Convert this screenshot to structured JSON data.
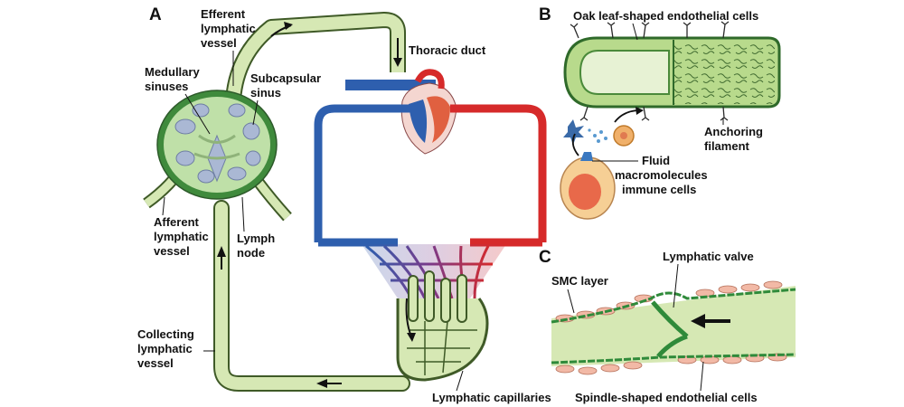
{
  "panels": {
    "a": "A",
    "b": "B",
    "c": "C"
  },
  "labels_a": {
    "efferent1": "Efferent",
    "efferent2": "lymphatic",
    "efferent3": "vessel",
    "thoracic": "Thoracic duct",
    "medullary1": "Medullary",
    "medullary2": "sinuses",
    "subcapsular1": "Subcapsular",
    "subcapsular2": "sinus",
    "afferent1": "Afferent",
    "afferent2": "lymphatic",
    "afferent3": "vessel",
    "lymph1": "Lymph",
    "lymph2": "node",
    "collecting1": "Collecting",
    "collecting2": "lymphatic",
    "collecting3": "vessel",
    "capillaries": "Lymphatic capillaries"
  },
  "labels_b": {
    "oak": "Oak leaf-shaped endothelial cells",
    "anchoring1": "Anchoring",
    "anchoring2": "filament",
    "fluid": "Fluid",
    "macro": "macromolecules",
    "immune": "immune cells"
  },
  "labels_c": {
    "valve": "Lymphatic valve",
    "smc": "SMC layer",
    "spindle": "Spindle-shaped endothelial cells"
  },
  "colors": {
    "lymph_fill": "#d6e8b4",
    "lymph_stroke": "#3f5a27",
    "node_dark": "#3f8a3c",
    "node_light": "#bfe0a8",
    "sinus": "#aab8d4",
    "artery": "#d62a2a",
    "vein": "#2e5fae",
    "smc": "#f2b9a6",
    "endothelium": "#2f8a3a"
  }
}
